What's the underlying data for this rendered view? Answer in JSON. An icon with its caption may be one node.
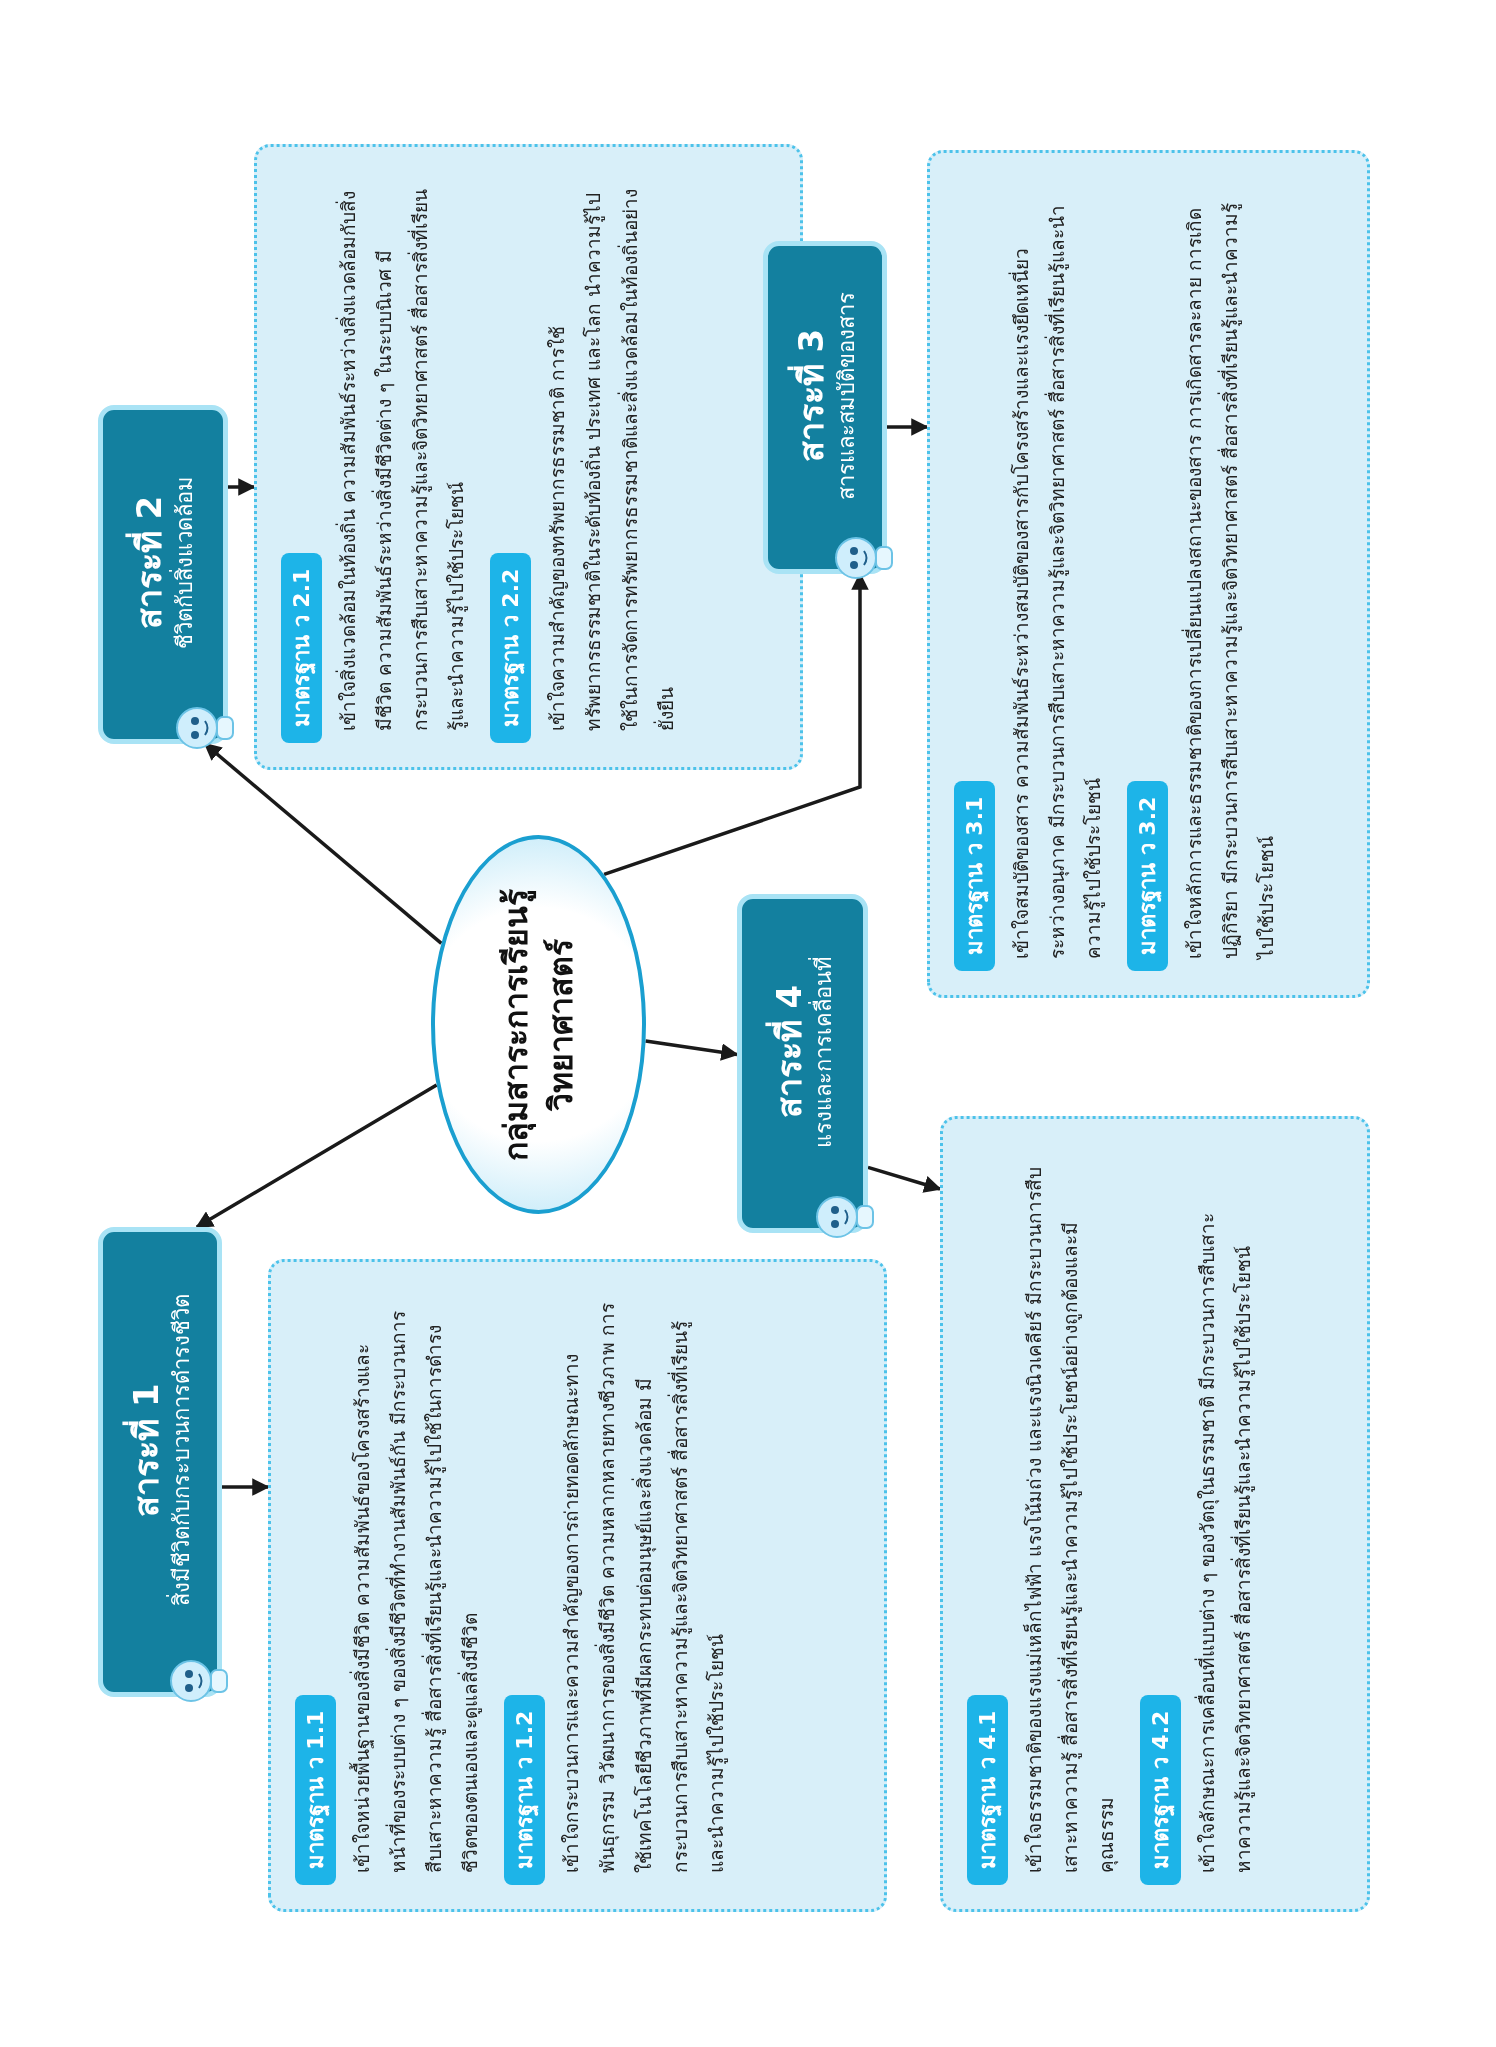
{
  "diagram": {
    "nodes": [
      {
        "text": [
          "กลุ่มสาระการเรียนรู้ วิทยาศาสตร์"
        ]
      },
      {
        "text": [
          "สาระที่ 1",
          "สิ่งมีชีวิตกับกระบวนการดำรงชีวิต"
        ]
      },
      {
        "text": [],
        "shape": "box"
      },
      {
        "text": [
          "มาตรฐาน ว 1.1",
          "เข้าใจหน่วยพื้นฐานของสิ่งมีชีวิต ความสัมพันธ์ของโครงสร้างและหน้าที่ของระบบต่าง ๆ ของสิ่งมีชีวิตที่ทำงานสัมพันธ์กัน มีกระบวนการสืบเสาะหาความรู้ สื่อสารสิ่งที่เรียนรู้และนำความรู้ไปใช้ในการดำรงชีวิตของตนเองและดูแลสิ่งมีชีวิต"
        ],
        "in": 2
      },
      {
        "text": [
          "มาตรฐาน ว 1.2",
          "เข้าใจกระบวนการและความสำคัญของการถ่ายทอดลักษณะทางพันธุกรรม วิวัฒนาการของสิ่งมีชีวิต ความหลากหลายทางชีวภาพ การใช้เทคโนโลยีชีวภาพที่มีผลกระทบต่อมนุษย์และสิ่งแวดล้อม มีกระบวนการสืบเสาะหาความรู้และจิตวิทยาศาสตร์ สื่อสารสิ่งที่เรียนรู้และนำความรู้ไปใช้ประโยชน์"
        ],
        "in": 2
      },
      {
        "text": [
          "สาระที่ 2",
          "ชีวิตกับสิ่งแวดล้อม"
        ]
      },
      {
        "text": [],
        "shape": "box"
      },
      {
        "text": [
          "มาตรฐาน ว 2.1",
          "เข้าใจสิ่งแวดล้อมในท้องถิ่น ความสัมพันธ์ระหว่างสิ่งแวดล้อมกับสิ่งมีชีวิต ความสัมพันธ์ระหว่างสิ่งมีชีวิตต่าง ๆ ในระบบนิเวศ มีกระบวนการสืบเสาะหาความรู้และจิตวิทยาศาสตร์ สื่อสารสิ่งที่เรียนรู้และนำความรู้ไปใช้ประโยชน์"
        ],
        "in": 6
      },
      {
        "text": [
          "มาตรฐาน ว 2.2",
          "เข้าใจความสำคัญของทรัพยากรธรรมชาติ การใช้ทรัพยากรธรรมชาติในระดับท้องถิ่น ประเทศ และโลก นำความรู้ไปใช้ในการจัดการทรัพยากรธรรมชาติและสิ่งแวดล้อมในท้องถิ่นอย่างยั่งยืน"
        ],
        "in": 6
      },
      {
        "text": [
          "สาระที่ 3",
          "สารและสมบัติของสาร"
        ]
      },
      {
        "text": [],
        "shape": "box"
      },
      {
        "text": [
          "มาตรฐาน ว 3.1",
          "เข้าใจสมบัติของสาร ความสัมพันธ์ระหว่างสมบัติของสารกับโครงสร้างและแรงยึดเหนี่ยวระหว่างอนุภาค มีกระบวนการสืบเสาะหาความรู้และจิตวิทยาศาสตร์ สื่อสารสิ่งที่เรียนรู้และนำความรู้ไปใช้ประโยชน์"
        ],
        "in": 10
      },
      {
        "text": [
          "มาตรฐาน ว 3.2",
          "เข้าใจหลักการและธรรมชาติของการเปลี่ยนแปลงสถานะของสาร การเกิดสารละลาย การเกิดปฏิกิริยา มีกระบวนการสืบเสาะหาความรู้และจิตวิทยาศาสตร์ สื่อสารสิ่งที่เรียนรู้และนำความรู้ไปใช้ประโยชน์"
        ],
        "in": 10
      },
      {
        "text": [
          "สาระที่ 4",
          "แรงและการเคลื่อนที่"
        ]
      },
      {
        "text": [],
        "shape": "box"
      },
      {
        "text": [
          "มาตรฐาน ว 4.1",
          "เข้าใจธรรมชาติของแรงแม่เหล็กไฟฟ้า แรงโน้มถ่วง และแรงนิวเคลียร์ มีกระบวนการสืบเสาะหาความรู้ สื่อสารสิ่งที่เรียนรู้และนำความรู้ไปใช้ประโยชน์อย่างถูกต้องและมีคุณธรรม"
        ],
        "in": 14
      },
      {
        "text": [
          "มาตรฐาน ว 4.2",
          "เข้าใจลักษณะการเคลื่อนที่แบบต่าง ๆ ของวัตถุในธรรมชาติ มีกระบวนการสืบเสาะหาความรู้และจิตวิทยาศาสตร์ สื่อสารสิ่งที่เรียนรู้และนำความรู้ไปใช้ประโยชน์"
        ],
        "in": 14
      }
    ],
    "edges": [
      {
        "from": 0,
        "to": 1,
        "arrow": "to"
      },
      {
        "from": 1,
        "to": 2,
        "arrow": "to"
      },
      {
        "from": 0,
        "to": 5,
        "arrow": "to"
      },
      {
        "from": 5,
        "to": 6,
        "arrow": "to"
      },
      {
        "from": 0,
        "to": 9,
        "arrow": "to"
      },
      {
        "from": 9,
        "to": 10,
        "arrow": "to"
      },
      {
        "from": 0,
        "to": 13,
        "arrow": "to"
      },
      {
        "from": 13,
        "to": 14,
        "arrow": "to"
      }
    ]
  }
}
